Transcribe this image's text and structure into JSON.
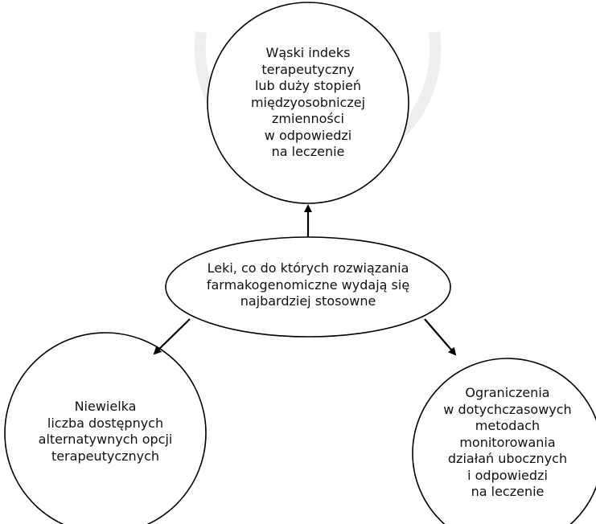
{
  "colors": {
    "stroke": "#000000",
    "background": "#ffffff",
    "watermark": "#eeeeee"
  },
  "watermark": {
    "description": "faint circular seal watermark"
  },
  "nodes": {
    "center": {
      "lines": [
        "Leki, co do których rozwiązania",
        "farmakogenomiczne wydają się",
        "najbardziej stosowne"
      ]
    },
    "top": {
      "lines": [
        "Wąski indeks",
        "terapeutyczny",
        "lub duży stopień",
        "międzyosobniczej",
        "zmienności",
        "w odpowiedzi",
        "na leczenie"
      ]
    },
    "left": {
      "lines": [
        "Niewielka",
        "liczba dostępnych",
        "alternatywnych opcji",
        "terapeutycznych"
      ]
    },
    "right": {
      "lines": [
        "Ograniczenia",
        "w dotychczasowych",
        "metodach",
        "monitorowania",
        "działań ubocznych",
        "i odpowiedzi",
        "na leczenie"
      ]
    }
  }
}
